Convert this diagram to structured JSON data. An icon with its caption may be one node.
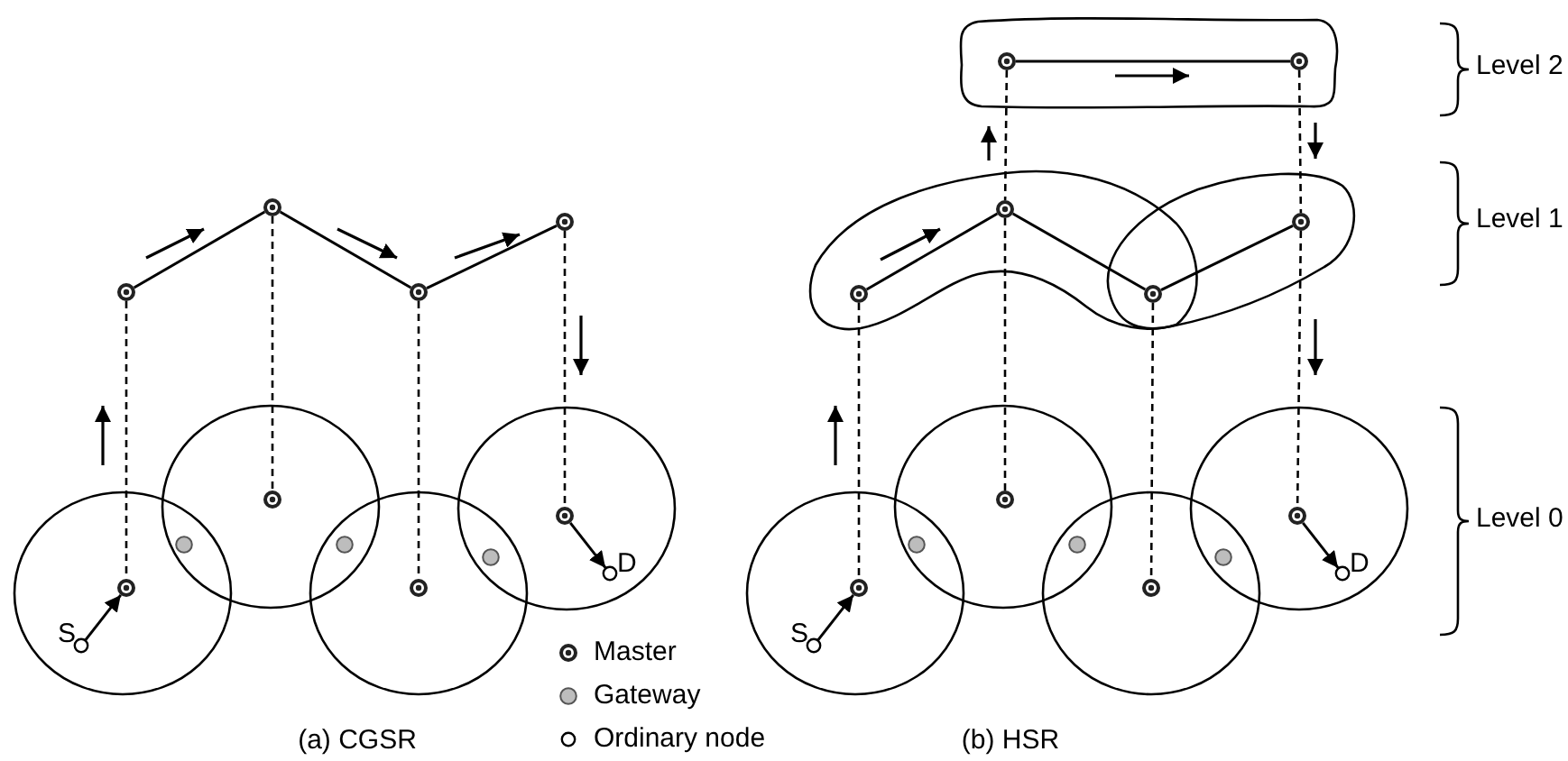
{
  "diagram": {
    "nodes": [
      {
        "text": [],
        "shape": "circle"
      },
      {
        "text": [],
        "shape": "circle"
      },
      {
        "text": [],
        "shape": "circle"
      },
      {
        "text": [],
        "shape": "circle"
      },
      {
        "text": [],
        "shape": "circle"
      },
      {
        "text": [],
        "shape": "circle",
        "in": 4
      },
      {
        "text": [],
        "shape": "circle",
        "in": 4,
        "beside": [
          "S"
        ]
      },
      {
        "text": [],
        "shape": "circle"
      },
      {
        "text": [],
        "shape": "circle",
        "in": 7
      },
      {
        "text": [],
        "shape": "circle"
      },
      {
        "text": [],
        "shape": "circle"
      },
      {
        "text": [],
        "shape": "circle",
        "in": 10
      },
      {
        "text": [],
        "shape": "circle"
      },
      {
        "text": [],
        "shape": "circle"
      },
      {
        "text": [],
        "shape": "circle",
        "in": 13
      },
      {
        "text": [],
        "shape": "circle",
        "in": 13,
        "beside": [
          "D"
        ]
      },
      {
        "text": [],
        "shape": "circle"
      },
      {
        "text": [],
        "shape": "cloud"
      },
      {
        "text": [],
        "shape": "circle",
        "in": 17
      },
      {
        "text": [],
        "shape": "circle",
        "in": 17
      },
      {
        "text": [],
        "shape": "cloud"
      },
      {
        "text": [],
        "shape": "circle",
        "in": 20
      },
      {
        "text": [],
        "shape": "circle",
        "in": 20
      },
      {
        "text": [],
        "shape": "circle"
      },
      {
        "text": [],
        "shape": "cloud"
      },
      {
        "text": [],
        "shape": "circle",
        "in": 24
      },
      {
        "text": [],
        "shape": "circle"
      },
      {
        "text": [],
        "shape": "circle",
        "in": 26
      },
      {
        "text": [],
        "shape": "circle",
        "in": 26,
        "beside": [
          "S"
        ]
      },
      {
        "text": [],
        "shape": "circle"
      },
      {
        "text": [],
        "shape": "circle",
        "in": 29
      },
      {
        "text": [],
        "shape": "circle"
      },
      {
        "text": [],
        "shape": "circle"
      },
      {
        "text": [],
        "shape": "circle",
        "in": 32
      },
      {
        "text": [],
        "shape": "circle"
      },
      {
        "text": [],
        "shape": "circle"
      },
      {
        "text": [],
        "shape": "circle",
        "in": 35
      },
      {
        "text": [],
        "shape": "circle",
        "in": 35,
        "beside": [
          "D"
        ]
      },
      {
        "text": [],
        "shape": "circle"
      }
    ],
    "edges": [
      {
        "from": 6,
        "to": 5,
        "arrow": "to"
      },
      {
        "from": 14,
        "to": 15,
        "arrow": "to"
      },
      {
        "from": 0,
        "to": 1,
        "arrow": "none"
      },
      {
        "from": 1,
        "to": 2,
        "arrow": "none"
      },
      {
        "from": 2,
        "to": 3,
        "arrow": "none"
      },
      {
        "from": 0,
        "to": 5,
        "arrow": "none",
        "style": "dashed"
      },
      {
        "from": 1,
        "to": 8,
        "arrow": "none",
        "style": "dashed"
      },
      {
        "from": 2,
        "to": 11,
        "arrow": "none",
        "style": "dashed"
      },
      {
        "from": 3,
        "to": 14,
        "arrow": "none",
        "style": "dashed"
      },
      {
        "from": 28,
        "to": 27,
        "arrow": "to"
      },
      {
        "from": 36,
        "to": 37,
        "arrow": "to"
      },
      {
        "from": 18,
        "to": 19,
        "arrow": "none"
      },
      {
        "from": 21,
        "to": 22,
        "arrow": "none"
      },
      {
        "from": 22,
        "to": 23,
        "arrow": "none"
      },
      {
        "from": 23,
        "to": 25,
        "arrow": "none"
      },
      {
        "from": 18,
        "to": 22,
        "arrow": "none",
        "style": "dashed"
      },
      {
        "from": 19,
        "to": 25,
        "arrow": "none",
        "style": "dashed"
      },
      {
        "from": 21,
        "to": 27,
        "arrow": "none",
        "style": "dashed"
      },
      {
        "from": 22,
        "to": 30,
        "arrow": "none",
        "style": "dashed"
      },
      {
        "from": 23,
        "to": 33,
        "arrow": "none",
        "style": "dashed"
      },
      {
        "from": 25,
        "to": 36,
        "arrow": "none",
        "style": "dashed"
      }
    ],
    "labels": [
      "Level 2",
      "Level 1",
      "Level 0",
      "(a) CGSR",
      "(b) HSR"
    ],
    "legend": [
      {
        "text": "Master"
      },
      {
        "text": "Gateway"
      },
      {
        "text": "Ordinary node"
      }
    ]
  }
}
